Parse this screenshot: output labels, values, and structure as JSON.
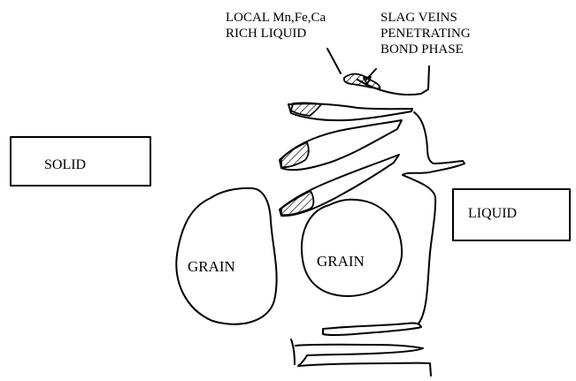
{
  "colors": {
    "background": "#ffffff",
    "ink": "#000000"
  },
  "diagram": {
    "labels": {
      "local_liquid_line1": "LOCAL Mn,Fe,Ca",
      "local_liquid_line2": "RICH LIQUID",
      "slag_veins_line1": "SLAG VEINS",
      "slag_veins_line2": "PENETRATING",
      "slag_veins_line3": "BOND PHASE",
      "solid": "SOLID",
      "liquid": "LIQUID",
      "grain_left": "GRAIN",
      "grain_center": "GRAIN"
    }
  }
}
